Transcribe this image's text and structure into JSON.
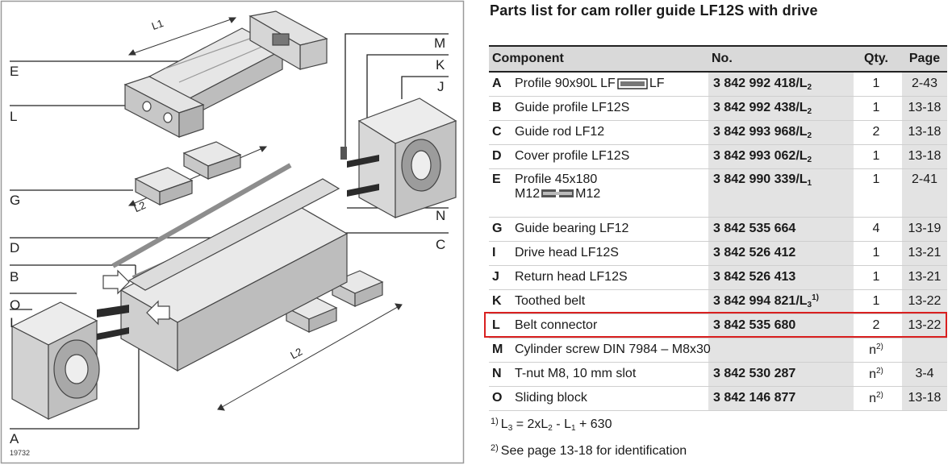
{
  "figure": {
    "callouts": [
      "M",
      "K",
      "J",
      "E",
      "L",
      "G",
      "N",
      "D",
      "C",
      "B",
      "O",
      "I",
      "A"
    ],
    "dimension_labels": [
      "L1",
      "L2",
      "L2"
    ],
    "figure_number": "19732"
  },
  "table": {
    "title": "Parts list for cam roller guide LF12S with drive",
    "headers": {
      "component": "Component",
      "number": "No.",
      "qty": "Qty.",
      "page": "Page"
    },
    "rows": [
      {
        "letter": "A",
        "desc": "Profile 90x90L  LF",
        "desc_suffix": "LF",
        "number": "3 842 992 418/L",
        "number_sub": "2",
        "number_sup": "",
        "qty": "1",
        "qty_sup": "",
        "page": "2-43"
      },
      {
        "letter": "B",
        "desc": "Guide profile LF12S",
        "desc_suffix": "",
        "number": "3 842 992 438/L",
        "number_sub": "2",
        "number_sup": "",
        "qty": "1",
        "qty_sup": "",
        "page": "13-18"
      },
      {
        "letter": "C",
        "desc": "Guide rod LF12",
        "desc_suffix": "",
        "number": "3 842 993 968/L",
        "number_sub": "2",
        "number_sup": "",
        "qty": "2",
        "qty_sup": "",
        "page": "13-18"
      },
      {
        "letter": "D",
        "desc": "Cover profile LF12S",
        "desc_suffix": "",
        "number": "3 842 993 062/L",
        "number_sub": "2",
        "number_sup": "",
        "qty": "1",
        "qty_sup": "",
        "page": "13-18"
      },
      {
        "letter": "E",
        "desc": "Profile 45x180",
        "desc_line2": "M12",
        "desc_suffix": "M12",
        "number": "3 842 990 339/L",
        "number_sub": "1",
        "number_sup": "",
        "qty": "1",
        "qty_sup": "",
        "page": "2-41"
      },
      {
        "letter": "G",
        "desc": "Guide bearing LF12",
        "desc_suffix": "",
        "number": "3 842 535 664",
        "number_sub": "",
        "number_sup": "",
        "qty": "4",
        "qty_sup": "",
        "page": "13-19"
      },
      {
        "letter": "I",
        "desc": "Drive head LF12S",
        "desc_suffix": "",
        "number": "3 842 526 412",
        "number_sub": "",
        "number_sup": "",
        "qty": "1",
        "qty_sup": "",
        "page": "13-21"
      },
      {
        "letter": "J",
        "desc": "Return head LF12S",
        "desc_suffix": "",
        "number": "3 842 526 413",
        "number_sub": "",
        "number_sup": "",
        "qty": "1",
        "qty_sup": "",
        "page": "13-21"
      },
      {
        "letter": "K",
        "desc": "Toothed belt",
        "desc_suffix": "",
        "number": "3 842 994 821/L",
        "number_sub": "3",
        "number_sup": "1)",
        "qty": "1",
        "qty_sup": "",
        "page": "13-22"
      },
      {
        "letter": "L",
        "desc": "Belt connector",
        "desc_suffix": "",
        "number": "3 842 535 680",
        "number_sub": "",
        "number_sup": "",
        "qty": "2",
        "qty_sup": "",
        "page": "13-22"
      },
      {
        "letter": "M",
        "desc": "Cylinder screw DIN 7984 – M8x30",
        "desc_suffix": "",
        "number": "",
        "number_sub": "",
        "number_sup": "",
        "qty": "n",
        "qty_sup": "2)",
        "page": ""
      },
      {
        "letter": "N",
        "desc": "T-nut M8, 10 mm slot",
        "desc_suffix": "",
        "number": "3 842 530 287",
        "number_sub": "",
        "number_sup": "",
        "qty": "n",
        "qty_sup": "2)",
        "page": "3-4"
      },
      {
        "letter": "O",
        "desc": "Sliding block",
        "desc_suffix": "",
        "number": "3 842 146 877",
        "number_sub": "",
        "number_sup": "",
        "qty": "n",
        "qty_sup": "2)",
        "page": "13-18"
      }
    ],
    "highlighted_letter": "L",
    "highlight_color": "#d92020"
  },
  "footnotes": [
    {
      "mark": "1)",
      "text_parts": [
        "L",
        "3",
        " = 2xL",
        "2",
        " - L",
        "1",
        " + 630"
      ]
    },
    {
      "mark": "2)",
      "text": "See page 13-18 for identification"
    }
  ]
}
